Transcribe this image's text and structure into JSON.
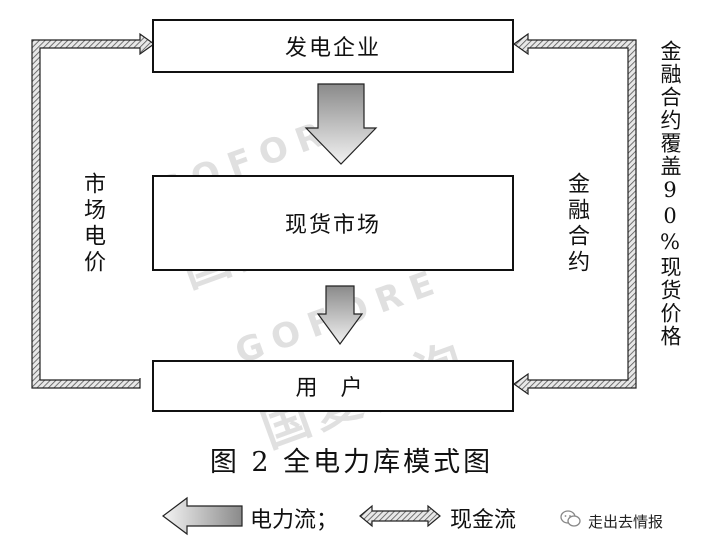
{
  "boxes": {
    "top": "发电企业",
    "middle": "现货市场",
    "bottom": "用 户"
  },
  "labels": {
    "left": "市场电价",
    "right_inner": "金融合约",
    "right_outer": "金融合约覆盖90%现货价格"
  },
  "caption": "图 2  全电力库模式图",
  "legend": {
    "power_flow": "电力流；",
    "cash_flow": "现金流"
  },
  "watermark": {
    "text_cn": "国复咨询",
    "text_en": "GOFORE"
  },
  "footer": {
    "icon": "wechat-icon",
    "text": "走出去情报"
  }
}
